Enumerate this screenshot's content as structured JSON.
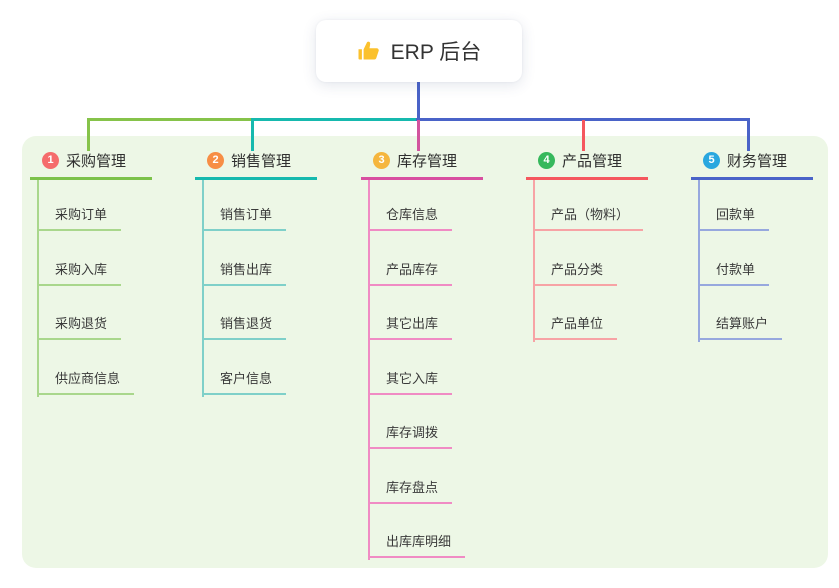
{
  "root": {
    "title": "ERP 后台",
    "icon": "thumbs-up-icon",
    "connector_color": "#4A63C8"
  },
  "panel": {
    "bg_color": "#EDF7E6"
  },
  "bus_segments": [
    {
      "color": "#86C34A"
    },
    {
      "color": "#16B9AE"
    },
    {
      "color": "#4A63C8"
    }
  ],
  "branches": [
    {
      "index": "1",
      "title": "采购管理",
      "badge_color": "#F56C6C",
      "line_color": "#7CC24A",
      "drop_color": "#86C34A",
      "subline_color": "#A9D78C",
      "items": [
        "采购订单",
        "采购入库",
        "采购退货",
        "供应商信息"
      ]
    },
    {
      "index": "2",
      "title": "销售管理",
      "badge_color": "#F78E45",
      "line_color": "#16B9AE",
      "drop_color": "#16B9AE",
      "subline_color": "#7FD0C9",
      "items": [
        "销售订单",
        "销售出库",
        "销售退货",
        "客户信息"
      ]
    },
    {
      "index": "3",
      "title": "库存管理",
      "badge_color": "#F5B63E",
      "line_color": "#D84FA0",
      "drop_color": "#D2549E",
      "subline_color": "#F08BC4",
      "items": [
        "仓库信息",
        "产品库存",
        "其它出库",
        "其它入库",
        "库存调拨",
        "库存盘点",
        "出库库明细"
      ]
    },
    {
      "index": "4",
      "title": "产品管理",
      "badge_color": "#36B85C",
      "line_color": "#F5575E",
      "drop_color": "#F5575E",
      "subline_color": "#F7A3A5",
      "items": [
        "产品（物料）",
        "产品分类",
        "产品单位"
      ]
    },
    {
      "index": "5",
      "title": "财务管理",
      "badge_color": "#29A7DF",
      "line_color": "#4A63C8",
      "drop_color": "#4A63C8",
      "subline_color": "#97A8DE",
      "items": [
        "回款单",
        "付款单",
        "结算账户"
      ]
    }
  ]
}
